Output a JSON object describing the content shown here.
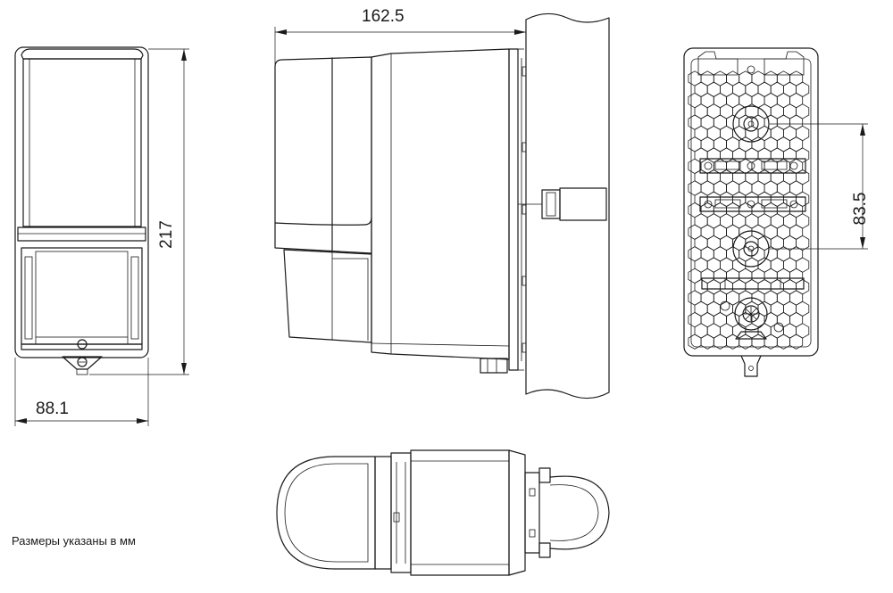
{
  "dimensions": {
    "width_total": "88.1",
    "height_total": "217",
    "depth_total": "162.5",
    "mount_hole_spacing": "83.5"
  },
  "note": "Размеры указаны в мм"
}
